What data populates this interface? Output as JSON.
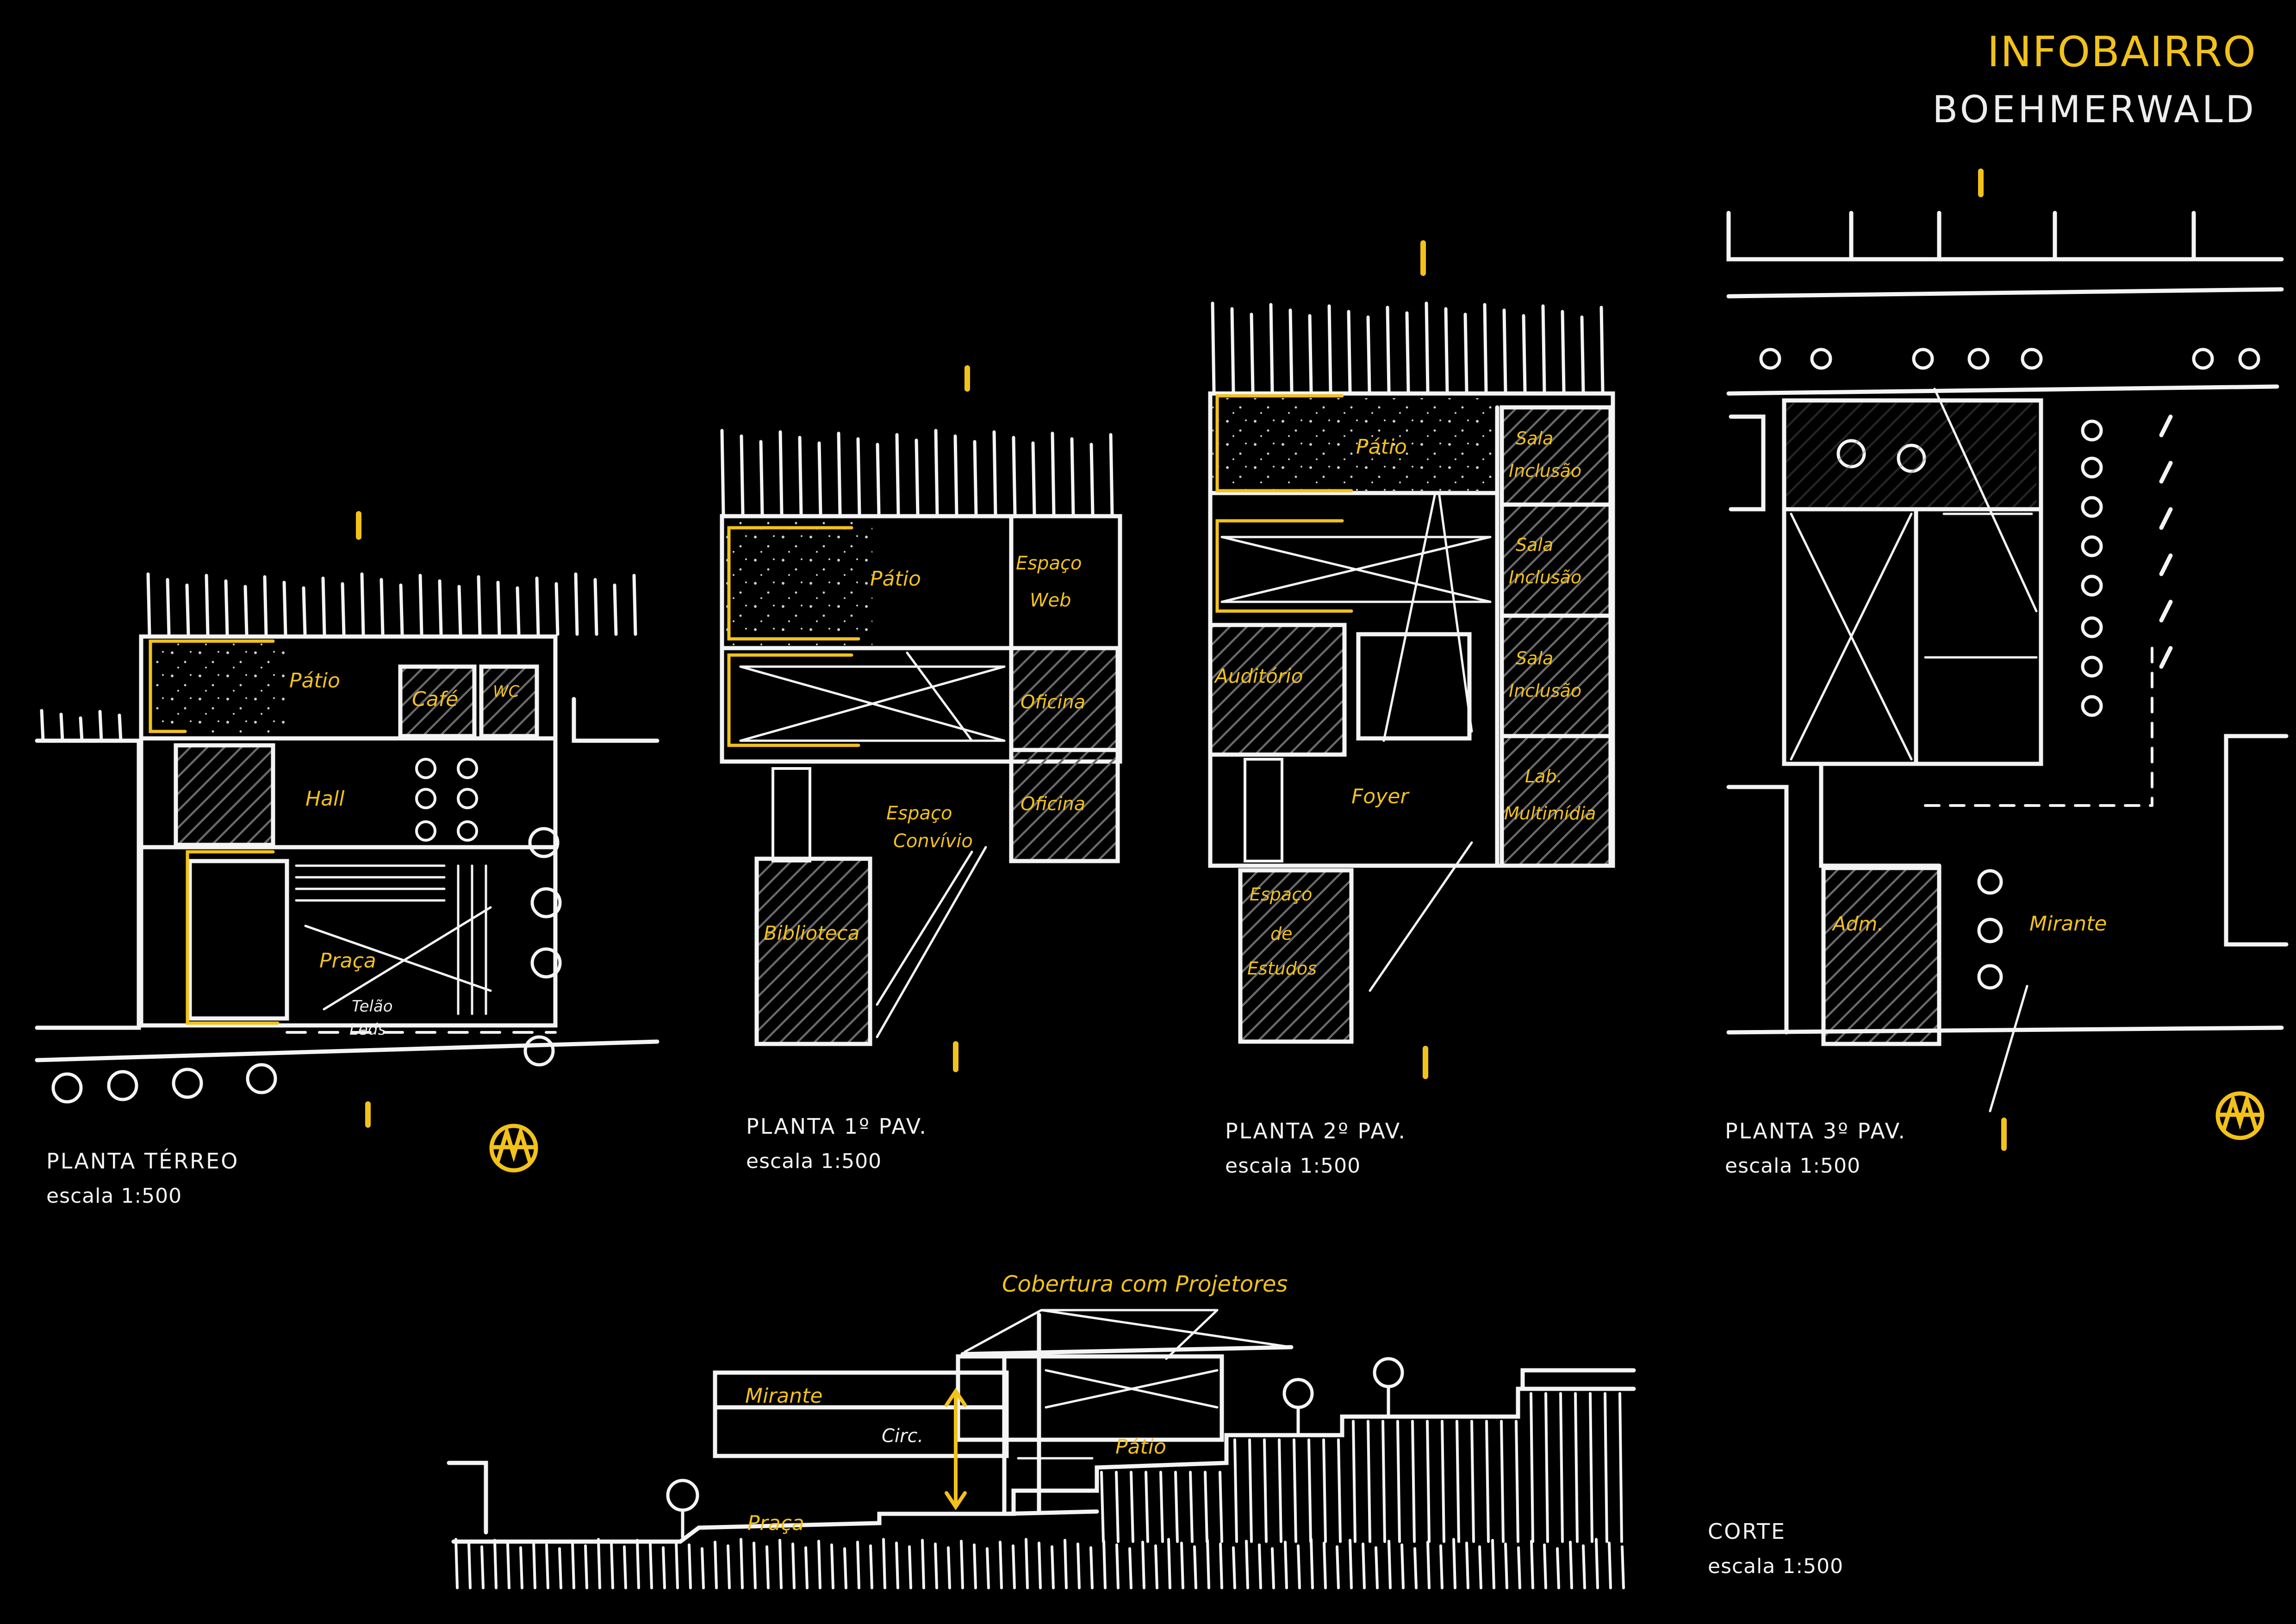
{
  "header": {
    "title": "INFOBAIRRO",
    "subtitle": "BOEHMERWALD"
  },
  "colors": {
    "background": "#000000",
    "accent": "#f2c21b",
    "line": "#f4f4f4"
  },
  "plans": [
    {
      "title": "PLANTA TÉRREO",
      "scale": "escala 1:500",
      "rooms": [
        "Pátio",
        "Café",
        "WC",
        "Hall",
        "Praça",
        "Telão",
        "Leds"
      ]
    },
    {
      "title": "PLANTA 1º PAV.",
      "scale": "escala 1:500",
      "rooms": [
        "Pátio",
        "Espaço",
        "Web",
        "Oficina",
        "Oficina",
        "Espaço",
        "Convívio",
        "Biblioteca"
      ]
    },
    {
      "title": "PLANTA 2º PAV.",
      "scale": "escala 1:500",
      "rooms": [
        "Pátio",
        "Sala",
        "Inclusão",
        "Sala",
        "Inclusão",
        "Sala",
        "Inclusão",
        "Auditório",
        "Foyer",
        "Lab.",
        "Multimídia",
        "Espaço",
        "de",
        "Estudos"
      ]
    },
    {
      "title": "PLANTA 3º PAV.",
      "scale": "escala 1:500",
      "rooms": [
        "Adm.",
        "Mirante"
      ]
    }
  ],
  "section": {
    "title": "CORTE",
    "scale": "escala 1:500",
    "labels": [
      "Cobertura com Projetores",
      "Mirante",
      "Circ.",
      "Pátio",
      "Praça"
    ]
  }
}
